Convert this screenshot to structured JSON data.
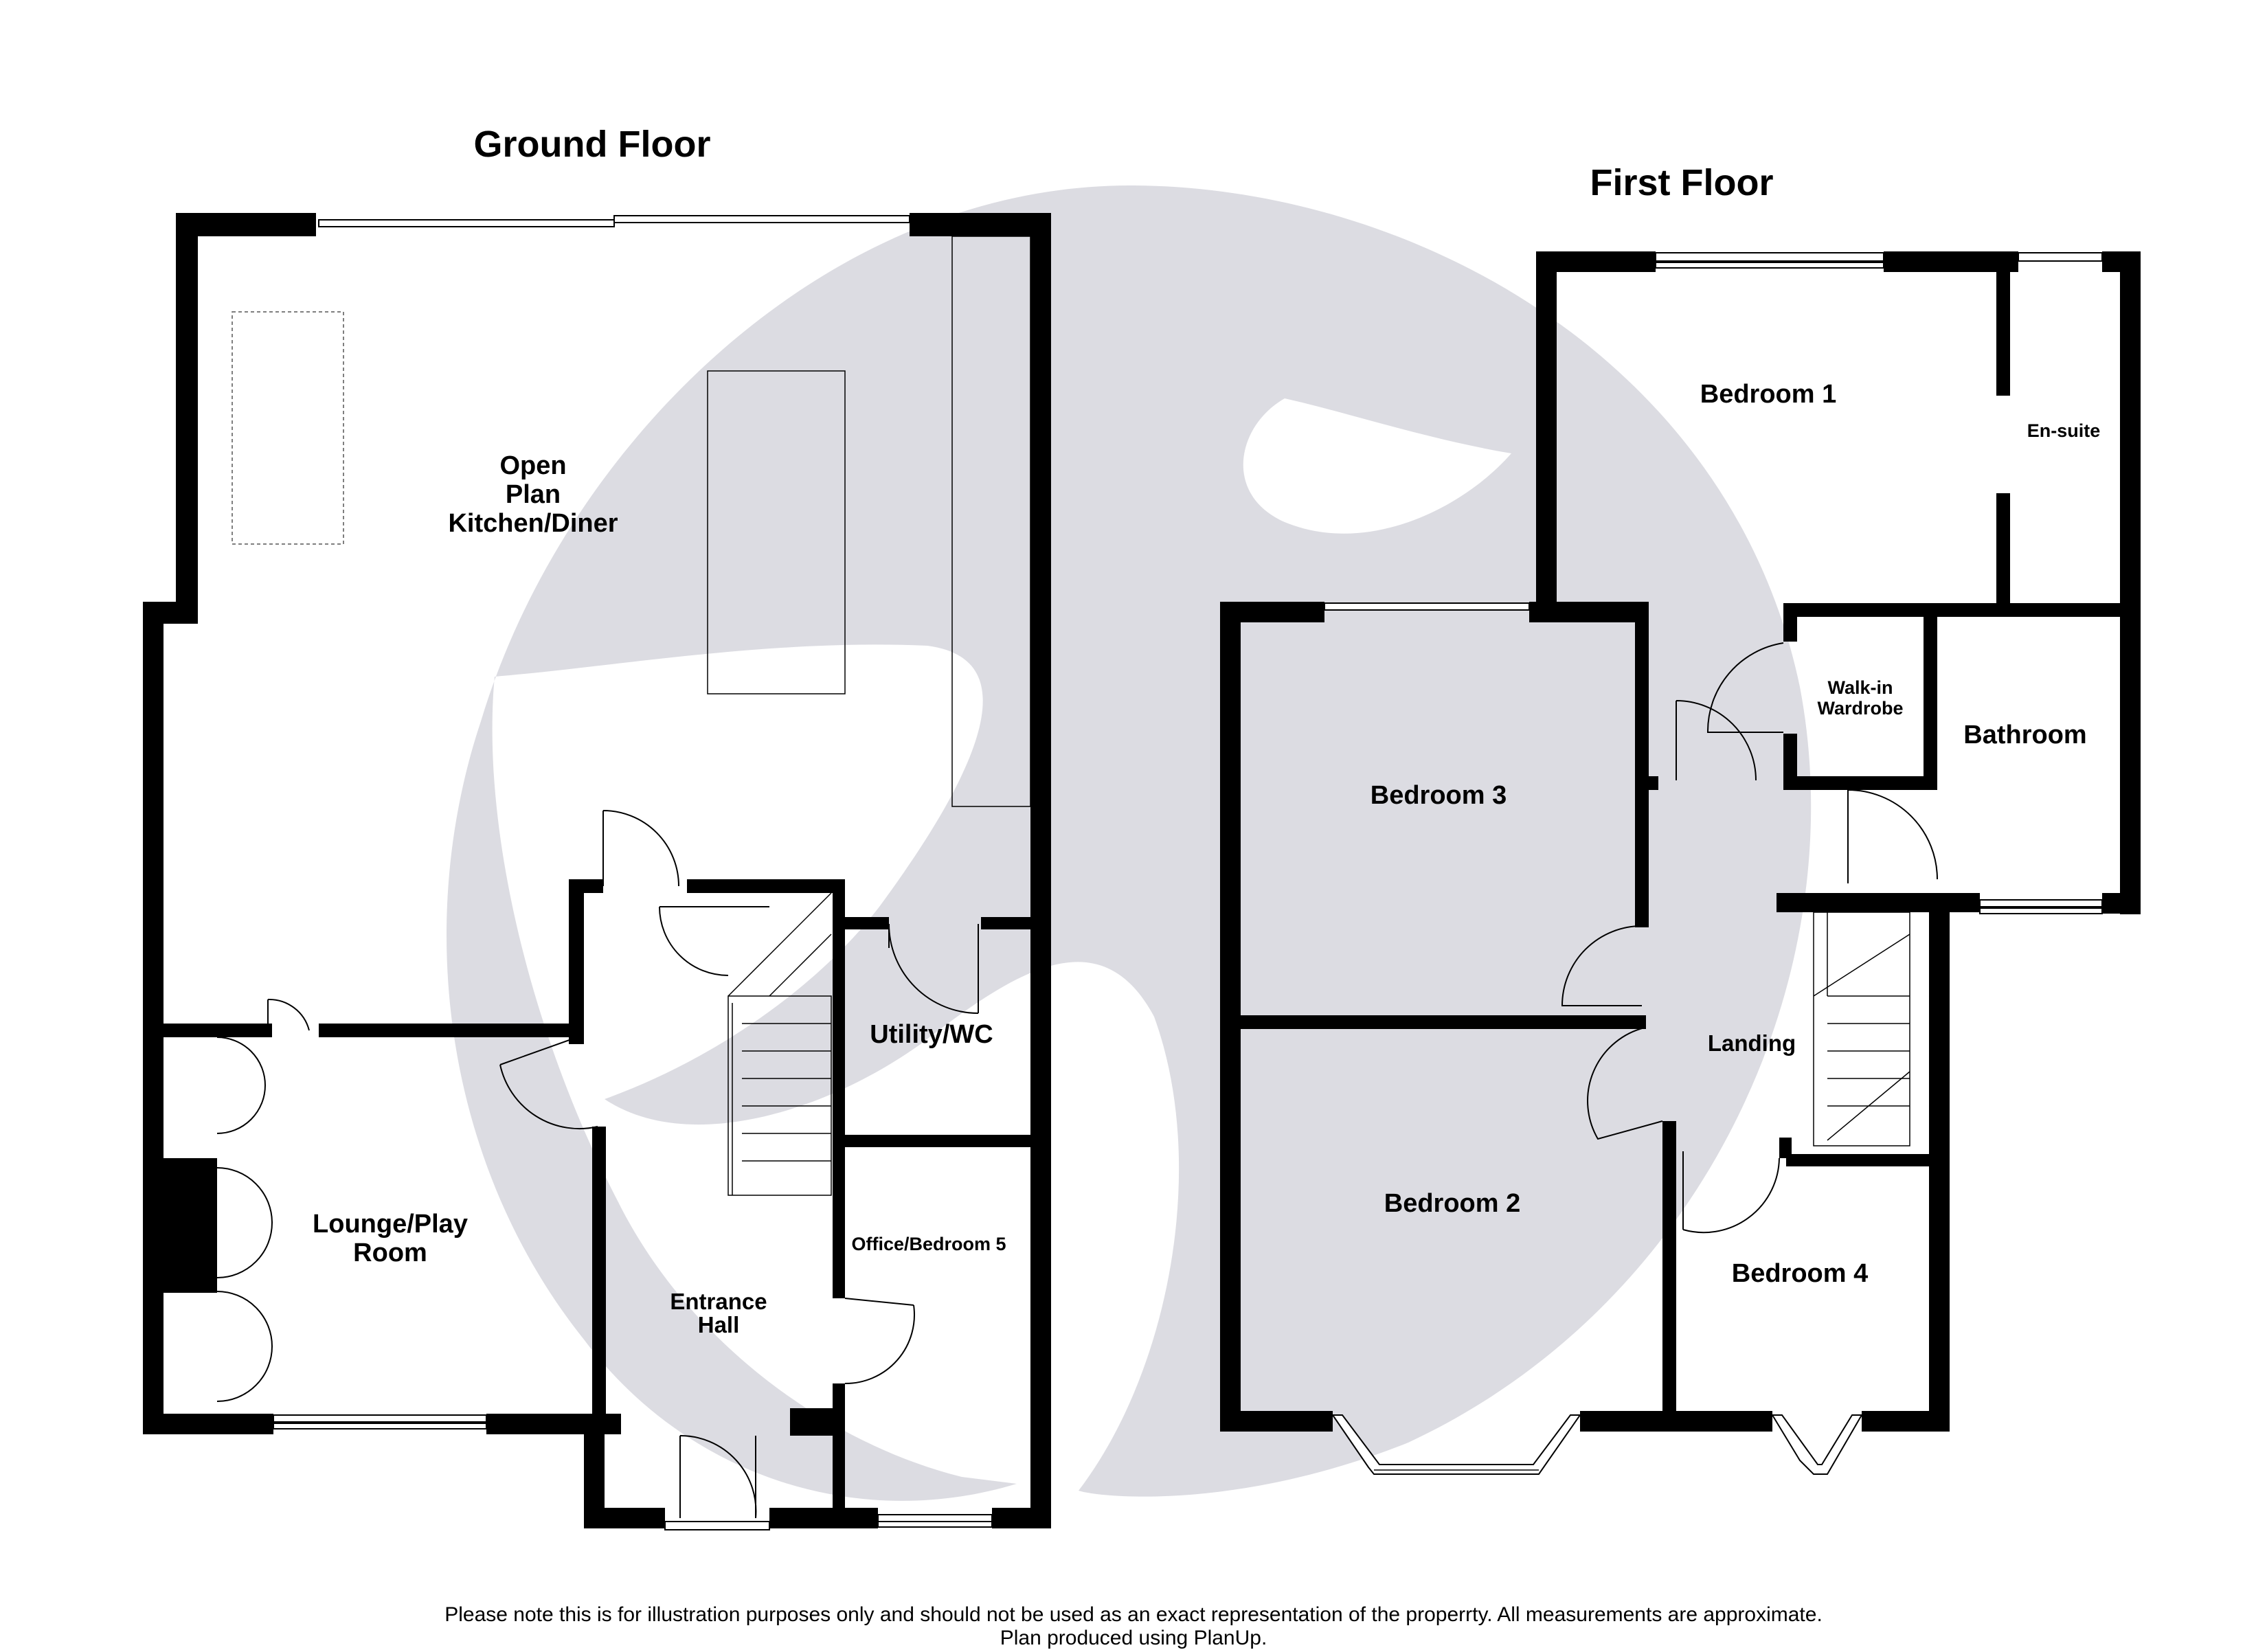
{
  "floors": {
    "ground": {
      "title": "Ground Floor",
      "rooms": {
        "kitchen": [
          "Open",
          "Plan",
          "Kitchen/Diner"
        ],
        "lounge": [
          "Lounge/Play",
          "Room"
        ],
        "utility": [
          "Utility/WC"
        ],
        "office": [
          "Office/Bedroom 5"
        ],
        "hall": [
          "Entrance",
          "Hall"
        ]
      }
    },
    "first": {
      "title": "First Floor",
      "rooms": {
        "bedroom1": [
          "Bedroom 1"
        ],
        "ensuite": [
          "En-suite"
        ],
        "wardrobe": [
          "Walk-in",
          "Wardrobe"
        ],
        "bathroom": [
          "Bathroom"
        ],
        "bedroom3": [
          "Bedroom 3"
        ],
        "landing": [
          "Landing"
        ],
        "bedroom2": [
          "Bedroom 2"
        ],
        "bedroom4": [
          "Bedroom 4"
        ]
      }
    }
  },
  "footer": {
    "line1": "Please note this is for illustration purposes only and should not be used as an exact representation of the properrty. All measurements are approximate.",
    "line2": "Plan produced using PlanUp."
  },
  "colors": {
    "wall": "#000000",
    "watermark": "#dcdce2",
    "background": "#ffffff"
  }
}
